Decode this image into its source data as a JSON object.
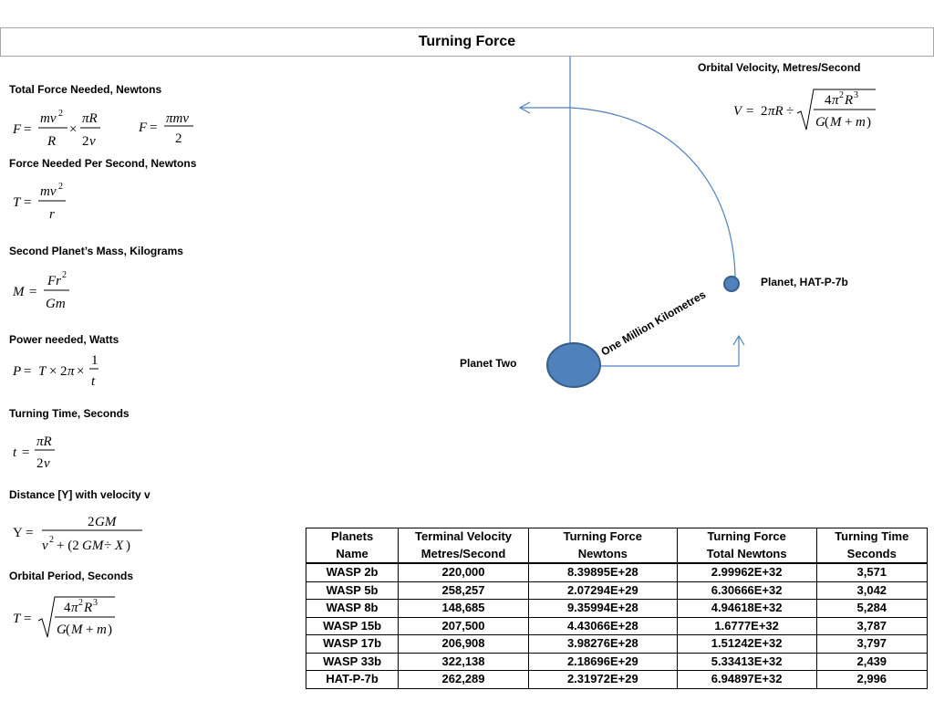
{
  "title": "Turning Force",
  "labels": {
    "total_force": "Total  Force Needed, Newtons",
    "force_per_second": "Force Needed Per Second, Newtons",
    "second_planet_mass": "Second Planet’s Mass, Kilograms",
    "power_needed": "Power needed, Watts",
    "turning_time": "Turning Time, Seconds",
    "distance": "Distance [Y] with velocity v",
    "orbital_period": "Orbital Period, Seconds",
    "orbital_velocity": "Orbital Velocity, Metres/Second"
  },
  "diagram": {
    "planet_small_label": "Planet, HAT-P-7b",
    "planet_large_label": "Planet Two",
    "distance_label": "One Million Kilometres",
    "colors": {
      "planet_fill": "#4f81bd",
      "planet_stroke": "#385d8a",
      "line": "#4f81bd"
    }
  },
  "table": {
    "header_top": [
      "Planets",
      "Terminal Velocity",
      "Turning Force",
      "Turning Force",
      "Turning Time"
    ],
    "header_bottom": [
      "Name",
      "Metres/Second",
      "Newtons",
      "Total Newtons",
      "Seconds"
    ],
    "rows": [
      [
        "WASP 2b",
        "220,000",
        "8.39895E+28",
        "2.99962E+32",
        "3,571"
      ],
      [
        "WASP 5b",
        "258,257",
        "2.07294E+29",
        "6.30666E+32",
        "3,042"
      ],
      [
        "WASP 8b",
        "148,685",
        "9.35994E+28",
        "4.94618E+32",
        "5,284"
      ],
      [
        "WASP 15b",
        "207,500",
        "4.43066E+28",
        "1.6777E+32",
        "3,787"
      ],
      [
        "WASP 17b",
        "206,908",
        "3.98276E+28",
        "1.51242E+32",
        "3,797"
      ],
      [
        "WASP 33b",
        "322,138",
        "2.18696E+29",
        "5.33413E+32",
        "2,439"
      ],
      [
        "HAT-P-7b",
        "262,289",
        "2.31972E+29",
        "6.94897E+32",
        "2,996"
      ]
    ]
  }
}
